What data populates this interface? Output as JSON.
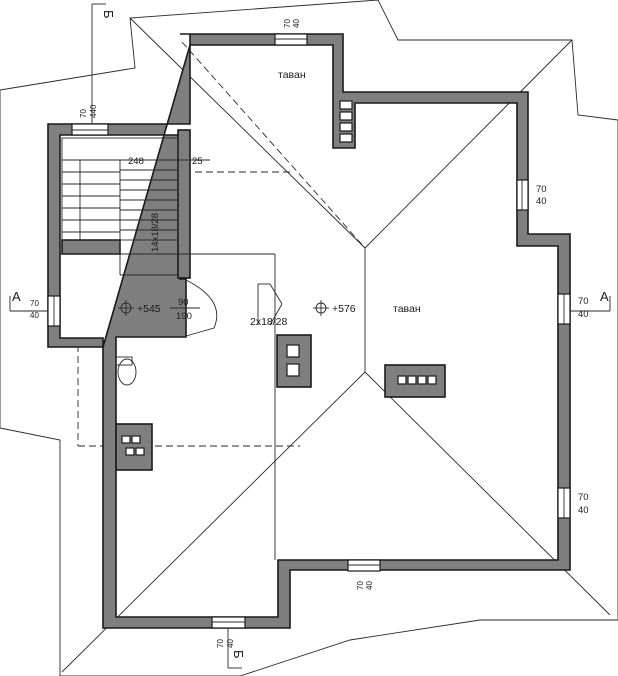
{
  "labels": {
    "attic_1": "таван",
    "attic_2": "таван"
  },
  "levels": {
    "left": "+545",
    "right": "+576"
  },
  "stairs": {
    "main": "14x18/28",
    "small": "2x18/28",
    "width": "248",
    "gap": "25"
  },
  "door": {
    "width": "90",
    "height": "190"
  },
  "windows": {
    "top": {
      "w": "70",
      "h": "40"
    },
    "stair": {
      "w": "70",
      "h": "440"
    },
    "left": {
      "w": "70",
      "h": "40"
    },
    "right_upper": {
      "w": "70",
      "h": "40"
    },
    "right_mid": {
      "w": "70",
      "h": "40"
    },
    "right_lower": {
      "w": "70",
      "h": "40"
    },
    "bottom_mid": {
      "w": "70",
      "h": "40"
    },
    "bottom_left": {
      "w": "70",
      "h": "40"
    }
  },
  "sections": {
    "a_left": "A",
    "a_right": "A",
    "b_top": "Б",
    "b_bottom": "Б"
  }
}
